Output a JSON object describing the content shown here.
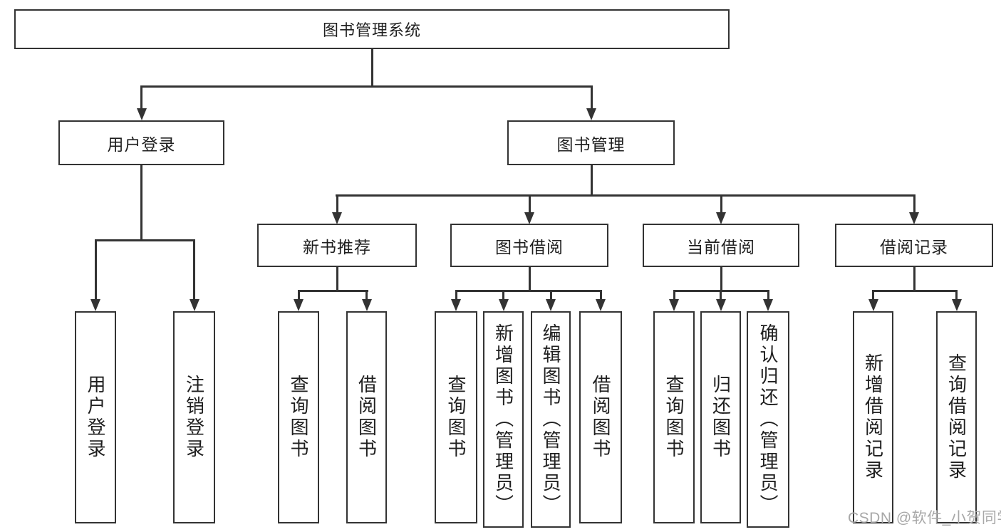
{
  "tree": {
    "root": {
      "label": "图书管理系统"
    },
    "user_login": {
      "label": "用户登录",
      "children": [
        {
          "label": "用户登录"
        },
        {
          "label": "注销登录"
        }
      ]
    },
    "book_mgmt": {
      "label": "图书管理",
      "children": [
        {
          "label": "新书推荐",
          "children": [
            {
              "label": "查询图书"
            },
            {
              "label": "借阅图书"
            }
          ]
        },
        {
          "label": "图书借阅",
          "children": [
            {
              "label": "查询图书"
            },
            {
              "label": "新增图书（管理员）"
            },
            {
              "label": "编辑图书（管理员）"
            },
            {
              "label": "借阅图书"
            }
          ]
        },
        {
          "label": "当前借阅",
          "children": [
            {
              "label": "查询图书"
            },
            {
              "label": "归还图书"
            },
            {
              "label": "确认归还（管理员）"
            }
          ]
        },
        {
          "label": "借阅记录",
          "children": [
            {
              "label": "新增借阅记录"
            },
            {
              "label": "查询借阅记录"
            }
          ]
        }
      ]
    }
  },
  "watermark": {
    "text": "CSDN @软件_小贺同学"
  },
  "colors": {
    "line": "#333333",
    "box_border": "#333333",
    "text": "#1f1f1f",
    "watermark": "#a8a8a8",
    "background": "#ffffff"
  }
}
